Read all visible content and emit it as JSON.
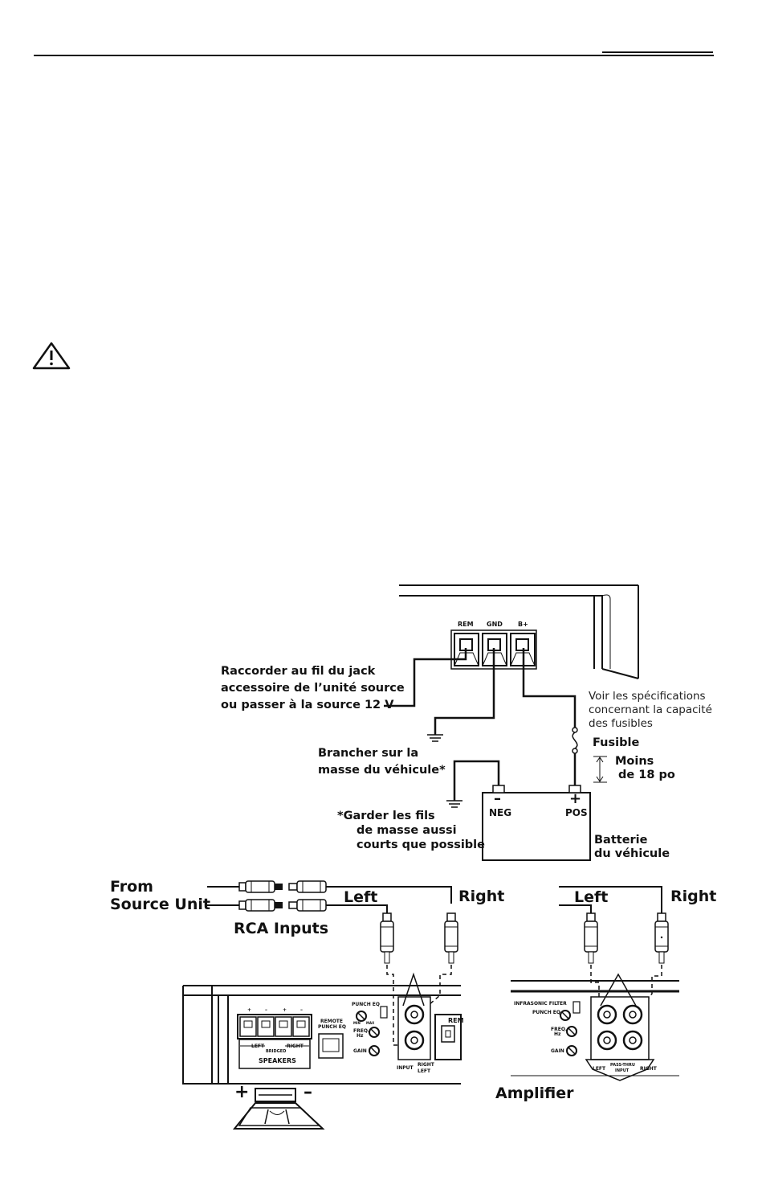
{
  "terminals": {
    "rem": "REM",
    "gnd": "GND",
    "bplus": "B+"
  },
  "labels": {
    "remote_connect": [
      "Raccorder au fil du jack",
      "accessoire de l’unité source",
      "ou passer à la source 12 V"
    ],
    "fuse_spec": [
      "Voir les spécifications",
      "concernant la capacité",
      "des fusibles"
    ],
    "fuse": "Fusible",
    "distance": [
      "Moins",
      "de 18 po"
    ],
    "ground": [
      "Brancher sur la",
      "masse du véhicule*"
    ],
    "ground_note": [
      "*Garder les fils",
      "de masse aussi",
      "courts que possible"
    ],
    "battery_neg_symbol": "–",
    "battery_pos_symbol": "+",
    "neg": "NEG",
    "pos": "POS",
    "battery": [
      "Batterie",
      "du véhicule"
    ]
  },
  "rca": {
    "from": "From",
    "source_unit": "Source Unit",
    "rca_inputs": "RCA Inputs",
    "left": "Left",
    "right": "Right",
    "left2": "Left",
    "right2": "Right",
    "amplifier": "Amplifier"
  },
  "panel1": {
    "plus1": "+",
    "minus1": "–",
    "plus2": "+",
    "minus2": "–",
    "left": "LEFT",
    "bridged": "BRIDGED",
    "right": "RIGHT",
    "speakers": "SPEAKERS",
    "remote": "REMOTE",
    "punch_eq_r": "PUNCH EQ",
    "punch_eq": "PUNCH EQ",
    "min": "MIN",
    "max": "MAX",
    "freq": "FREQ.",
    "hz": "Hz",
    "gain": "GAIN",
    "input": "INPUT",
    "right_in": "RIGHT",
    "left_in": "LEFT",
    "rem": "REM"
  },
  "panel2": {
    "infrasonic": "INFRASONIC FILTER",
    "punch_eq": "PUNCH EQ",
    "freq": "FREQ.",
    "hz": "Hz",
    "gain": "GAIN",
    "left": "LEFT",
    "passthru": "PASS-THRU",
    "input": "INPUT",
    "right": "RIGHT"
  },
  "speaker": {
    "plus": "+",
    "minus": "–"
  }
}
